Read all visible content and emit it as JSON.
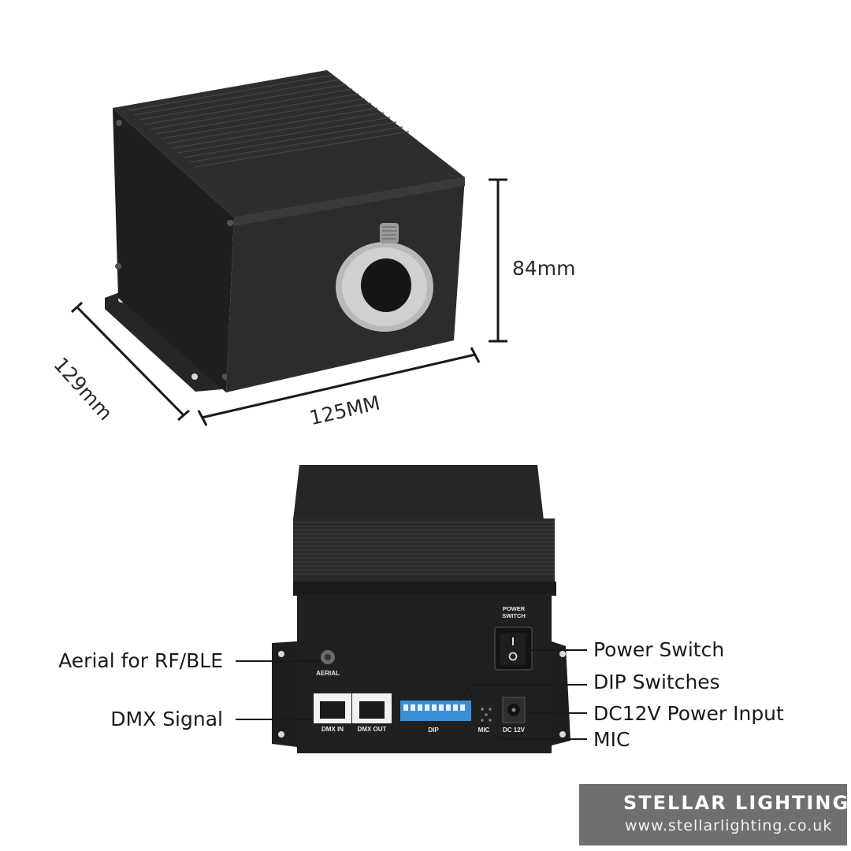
{
  "dimensions": {
    "depth": "129mm",
    "width": "125MM",
    "height": "84mm"
  },
  "panel_labels": {
    "aerial": "AERIAL",
    "dmx_in": "DMX IN",
    "dmx_out": "DMX OUT",
    "dip": "DIP",
    "mic": "MIC",
    "dc": "DC 12V",
    "power_switch": "POWER\nSWITCH"
  },
  "callouts": {
    "aerial": "Aerial for RF/BLE",
    "dmx": "DMX Signal",
    "power_switch": "Power Switch",
    "dip": "DIP Switches",
    "dc_input": "DC12V Power Input",
    "mic": "MIC"
  },
  "brand": {
    "name": "STELLAR LIGHTING",
    "url": "www.stellarlighting.co.uk"
  },
  "colors": {
    "housing": "#2b2b2b",
    "housing_dark": "#1c1c1c",
    "ring": "#c0c0c0",
    "dip_blue": "#3a8fd6",
    "logo_bg": "#6f6f6f"
  }
}
